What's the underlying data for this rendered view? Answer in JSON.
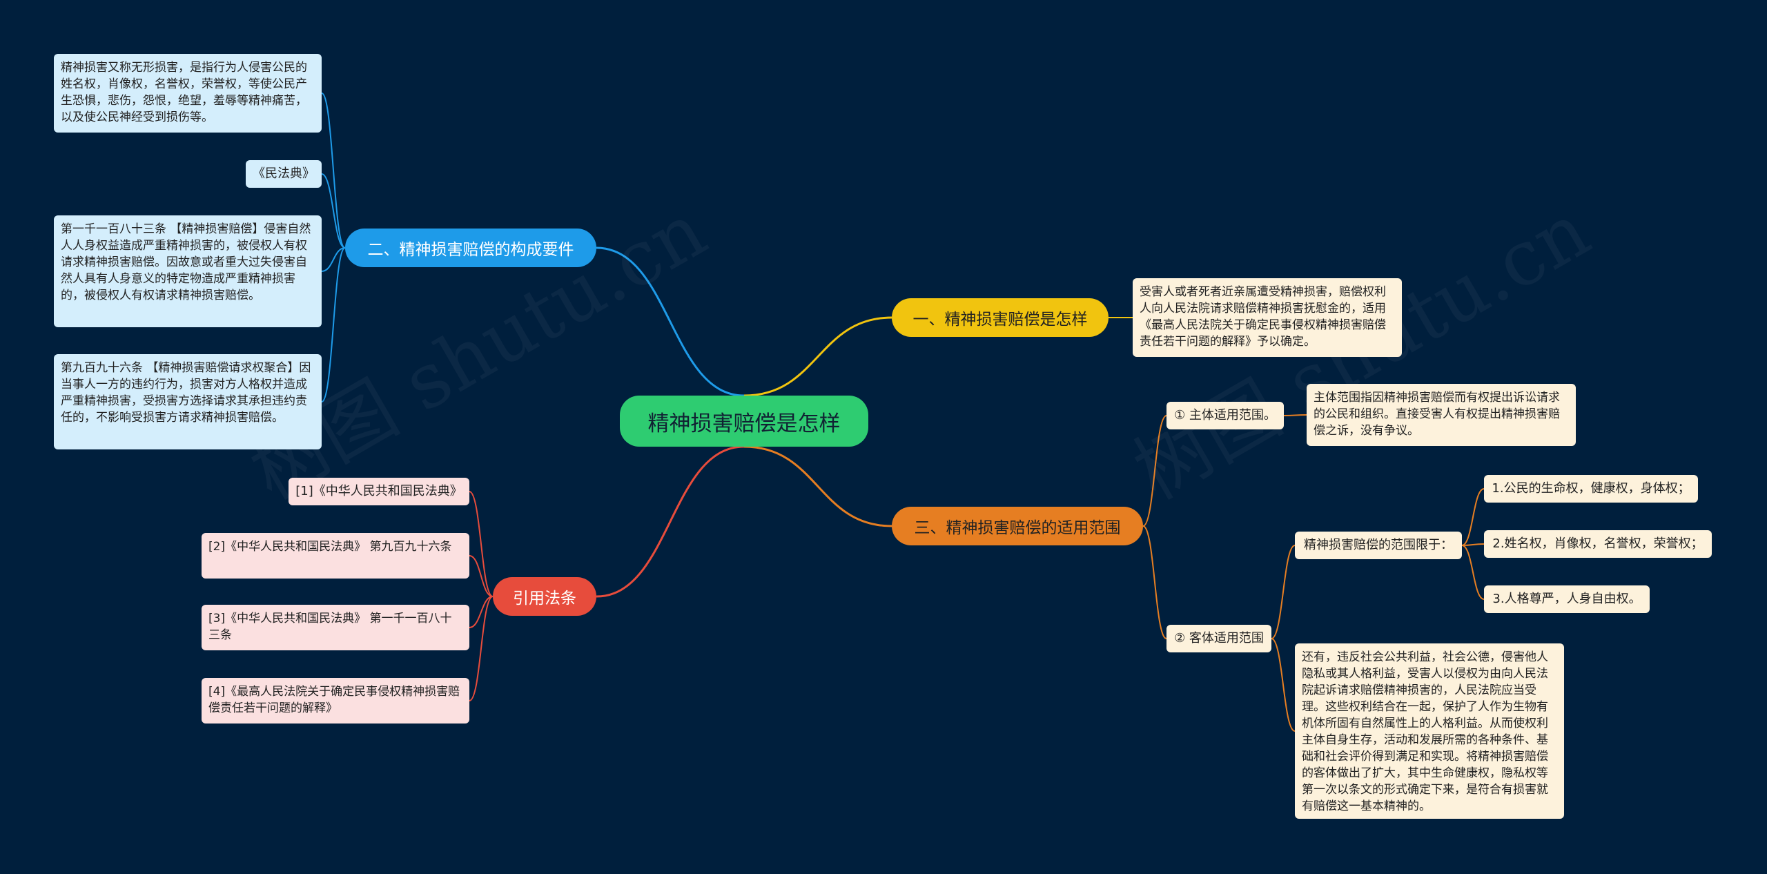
{
  "root": {
    "label": "精神损害赔偿是怎样",
    "color": "#2ecc71"
  },
  "branches": {
    "b1": {
      "label": "一、精神损害赔偿是怎样",
      "color": "#f1c40f",
      "note": "受害人或者死者近亲属遭受精神损害，赔偿权利人向人民法院请求赔偿精神损害抚慰金的，适用《最高人民法院关于确定民事侵权精神损害赔偿责任若干问题的解释》予以确定。"
    },
    "b2": {
      "label": "二、精神损害赔偿的构成要件",
      "color": "#1e9be9",
      "items": [
        "精神损害又称无形损害，是指行为人侵害公民的姓名权，肖像权，名誉权，荣誉权，等使公民产生恐惧，悲伤，怨恨，绝望，羞辱等精神痛苦，以及使公民神经受到损伤等。",
        "《民法典》",
        "第一千一百八十三条 【精神损害赔偿】侵害自然人人身权益造成严重精神损害的，被侵权人有权请求精神损害赔偿。因故意或者重大过失侵害自然人具有人身意义的特定物造成严重精神损害的，被侵权人有权请求精神损害赔偿。",
        "第九百九十六条 【精神损害赔偿请求权聚合】因当事人一方的违约行为，损害对方人格权并造成严重精神损害，受损害方选择请求其承担违约责任的，不影响受损害方请求精神损害赔偿。"
      ]
    },
    "b3": {
      "label": "三、精神损害赔偿的适用范围",
      "color": "#e67e22",
      "subject": {
        "label": "① 主体适用范围。",
        "note": "主体范围指因精神损害赔偿而有权提出诉讼请求的公民和组织。直接受害人有权提出精神损害赔偿之诉，没有争议。"
      },
      "object": {
        "label": "② 客体适用范围",
        "limit": "精神损害赔偿的范围限于：",
        "rights": [
          "1.公民的生命权，健康权，身体权；",
          "2.姓名权，肖像权，名誉权，荣誉权；",
          "3.人格尊严，人身自由权。"
        ],
        "note": "还有，违反社会公共利益，社会公德，侵害他人隐私或其人格利益，受害人以侵权为由向人民法院起诉请求赔偿精神损害的，人民法院应当受理。这些权利结合在一起，保护了人作为生物有机体所固有自然属性上的人格利益。从而使权利主体自身生存，活动和发展所需的各种条件、基础和社会评价得到满足和实现。将精神损害赔偿的客体做出了扩大，其中生命健康权，隐私权等第一次以条文的形式确定下来，是符合有损害就有赔偿这一基本精神的。"
      }
    },
    "b4": {
      "label": "引用法条",
      "color": "#e74c3c",
      "items": [
        "[1]《中华人民共和国民法典》",
        "[2]《中华人民共和国民法典》 第九百九十六条",
        "[3]《中华人民共和国民法典》 第一千一百八十三条",
        "[4]《最高人民法院关于确定民事侵权精神损害赔偿责任若干问题的解释》"
      ]
    }
  },
  "watermark": "树图 shutu.cn"
}
